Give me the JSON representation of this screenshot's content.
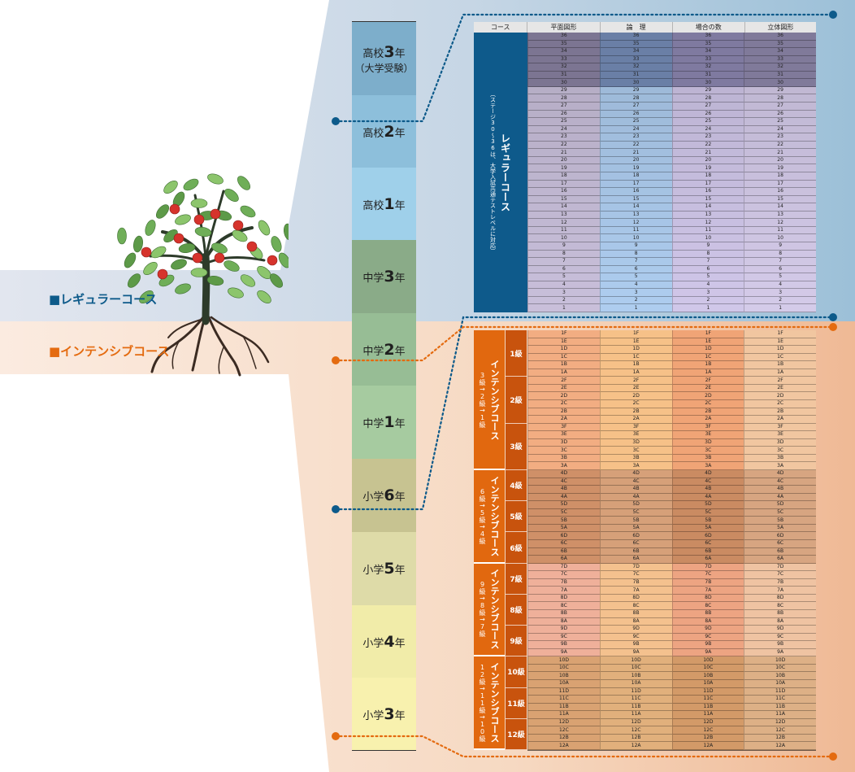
{
  "legend": {
    "regular": "■レギュラーコース",
    "intensive": "■インテンシブコース"
  },
  "colors": {
    "regular_label": "#0d5a8a",
    "intensive_label": "#e46b10",
    "course_regular": "#0e5a8b",
    "course_intensive": "#e1680f",
    "kyu_cell": "#c8530d"
  },
  "grades": [
    {
      "prefix": "高校",
      "num": "3",
      "suffix": "年",
      "sub": "（大学受験）",
      "color": "#7daecb"
    },
    {
      "prefix": "高校",
      "num": "2",
      "suffix": "年",
      "sub": "",
      "color": "#8dbfdb"
    },
    {
      "prefix": "高校",
      "num": "1",
      "suffix": "年",
      "sub": "",
      "color": "#9fd0ea"
    },
    {
      "prefix": "中学",
      "num": "3",
      "suffix": "年",
      "sub": "",
      "color": "#8aab88"
    },
    {
      "prefix": "中学",
      "num": "2",
      "suffix": "年",
      "sub": "",
      "color": "#97bd95"
    },
    {
      "prefix": "中学",
      "num": "1",
      "suffix": "年",
      "sub": "",
      "color": "#a6cba0"
    },
    {
      "prefix": "小学",
      "num": "6",
      "suffix": "年",
      "sub": "",
      "color": "#c7c391"
    },
    {
      "prefix": "小学",
      "num": "5",
      "suffix": "年",
      "sub": "",
      "color": "#dedba8"
    },
    {
      "prefix": "小学",
      "num": "4",
      "suffix": "年",
      "sub": "",
      "color": "#f1eca9"
    },
    {
      "prefix": "小学",
      "num": "3",
      "suffix": "年",
      "sub": "",
      "color": "#f8f1ae"
    }
  ],
  "table": {
    "headers": [
      "コース",
      "平面図形",
      "論　理",
      "場合の数",
      "立体図形"
    ],
    "regular_course": {
      "title": "レギュラーコース",
      "note": "（ステージ30〜36は、大学入試共通テストレベルに対応）",
      "stages": [
        "36",
        "35",
        "34",
        "33",
        "32",
        "31",
        "30",
        "29",
        "28",
        "27",
        "26",
        "25",
        "24",
        "23",
        "22",
        "21",
        "20",
        "19",
        "18",
        "17",
        "16",
        "15",
        "14",
        "13",
        "12",
        "11",
        "10",
        "9",
        "8",
        "7",
        "6",
        "5",
        "4",
        "3",
        "2",
        "1"
      ]
    },
    "intensive_groups": [
      {
        "title": "インテンシブコース",
        "range": "3級→2級→1級",
        "kyu": [
          {
            "label": "1級",
            "rows": [
              "1F",
              "1E",
              "1D",
              "1C",
              "1B",
              "1A"
            ]
          },
          {
            "label": "2級",
            "rows": [
              "2F",
              "2E",
              "2D",
              "2C",
              "2B",
              "2A"
            ]
          },
          {
            "label": "3級",
            "rows": [
              "3F",
              "3E",
              "3D",
              "3C",
              "3B",
              "3A"
            ]
          }
        ]
      },
      {
        "title": "インテンシブコース",
        "range": "6級→5級→4級",
        "kyu": [
          {
            "label": "4級",
            "rows": [
              "4D",
              "4C",
              "4B",
              "4A"
            ]
          },
          {
            "label": "5級",
            "rows": [
              "5D",
              "5C",
              "5B",
              "5A"
            ]
          },
          {
            "label": "6級",
            "rows": [
              "6D",
              "6C",
              "6B",
              "6A"
            ]
          }
        ]
      },
      {
        "title": "インテンシブコース",
        "range": "9級→8級→7級",
        "kyu": [
          {
            "label": "7級",
            "rows": [
              "7D",
              "7C",
              "7B",
              "7A"
            ]
          },
          {
            "label": "8級",
            "rows": [
              "8D",
              "8C",
              "8B",
              "8A"
            ]
          },
          {
            "label": "9級",
            "rows": [
              "9D",
              "9C",
              "9B",
              "9A"
            ]
          }
        ]
      },
      {
        "title": "インテンシブコース",
        "range": "12級→11級→10級",
        "kyu": [
          {
            "label": "10級",
            "rows": [
              "10D",
              "10C",
              "10B",
              "10A"
            ]
          },
          {
            "label": "11級",
            "rows": [
              "11D",
              "11C",
              "11B",
              "11A"
            ]
          },
          {
            "label": "12級",
            "rows": [
              "12D",
              "12C",
              "12B",
              "12A"
            ]
          }
        ]
      }
    ]
  }
}
